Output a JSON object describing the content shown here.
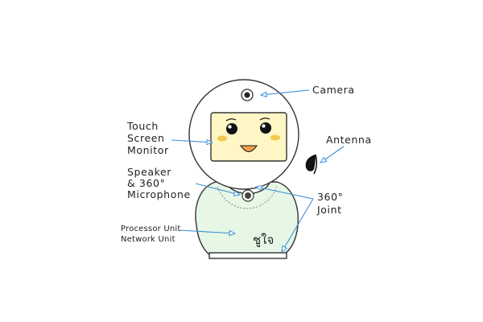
{
  "labels": {
    "camera": "Camera",
    "touch_screen": [
      "Touch",
      "Screen",
      "Monitor"
    ],
    "antenna": "Antenna",
    "speaker_mic": [
      "Speaker",
      "& 360°",
      "Microphone"
    ],
    "joint": [
      "360°",
      "Joint"
    ],
    "processor": [
      "Processor Unit",
      "Network Unit"
    ]
  },
  "body_logo": "ชูใจ",
  "colors": {
    "arrow": "#3b8fd9",
    "body_fill": "#e6f7e6",
    "screen_fill": "#fff6c6",
    "cheek": "#f5c84c",
    "mouth": "#f0a24a",
    "outline": "#333333",
    "antenna": "#111111"
  },
  "icons": {
    "arrow_head": "open-triangle-arrow-head"
  }
}
